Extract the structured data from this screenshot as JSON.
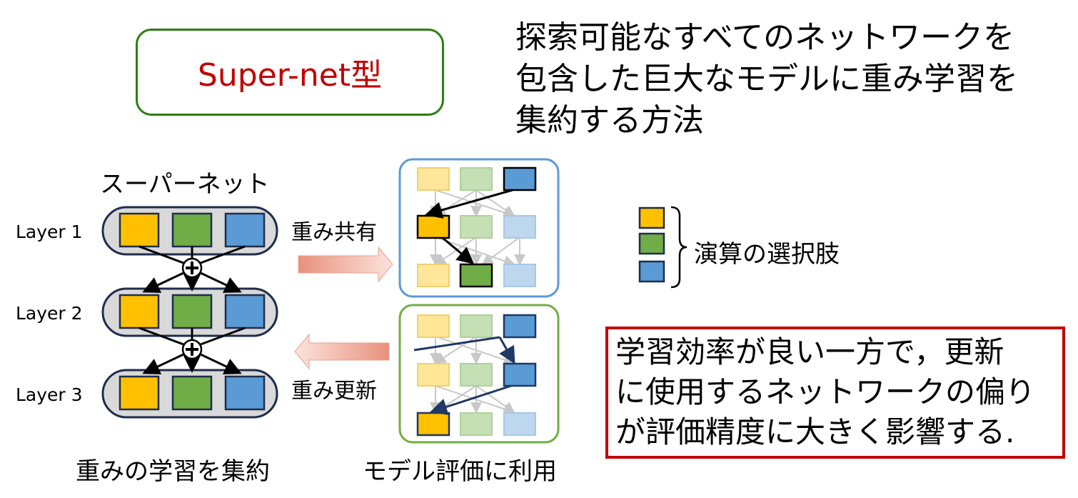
{
  "title": "Super-net型",
  "description_lines": [
    "探索可能なすべてのネットワークを",
    "包含した巨大なモデルに重み学習を",
    "集約する方法"
  ],
  "supernet_label": "スーパーネット",
  "layers": [
    "Layer 1",
    "Layer 2",
    "Layer 3"
  ],
  "weight_share_label": "重み共有",
  "weight_update_label": "重み更新",
  "legend_label": "演算の選択肢",
  "caption_left": "重みの学習を集約",
  "caption_middle": "モデル評価に利用",
  "note_lines": [
    "学習効率が良い一方で，更新",
    "に使用するネットワークの偏り",
    "が評価精度に大きく影響する."
  ],
  "op_colors": {
    "op1": "#ffc000",
    "op2": "#70ad47",
    "op3": "#5b9bd5"
  },
  "accent_colors": {
    "title_box_border": "#2e7d14",
    "title_text": "#c00000",
    "note_border": "#c00000",
    "panel_top_border": "#5b9bd5",
    "panel_bottom_border": "#70ad47",
    "arrow_fill": "#f4b6a6"
  },
  "subnet_top_selected_ops": [
    "op3",
    "op1",
    "op2"
  ],
  "subnet_bottom_selected_ops": [
    "op3",
    "op3",
    "op1"
  ],
  "icons": [
    "plus-circle-icon",
    "right-arrow-icon",
    "left-arrow-icon",
    "curly-brace-icon"
  ]
}
